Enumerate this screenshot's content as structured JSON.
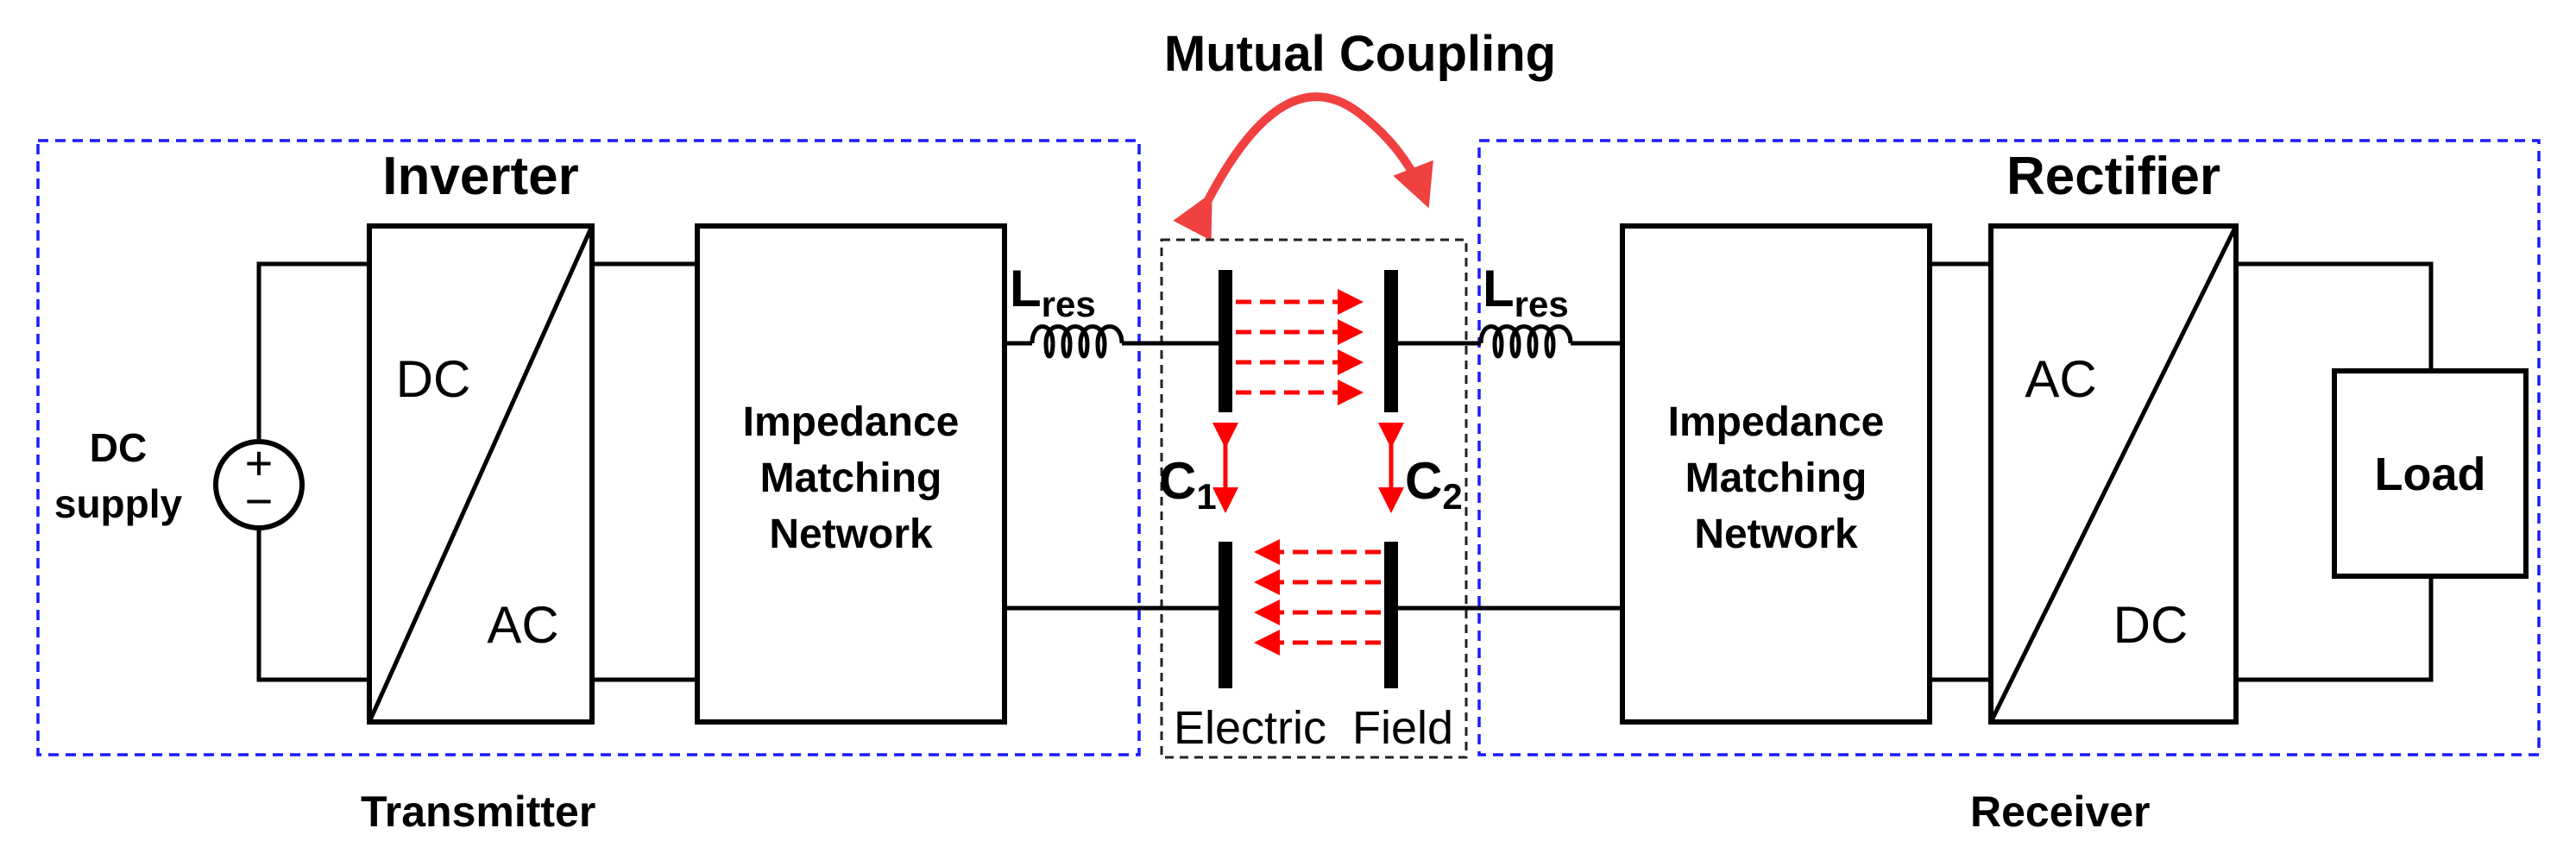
{
  "title": "Mutual Coupling",
  "transmitter": {
    "label": "Transmitter",
    "inverter_label": "Inverter",
    "inverter_in": "DC",
    "inverter_out": "AC",
    "source_label_line1": "DC",
    "source_label_line2": "supply",
    "source_symbol_plus": "+",
    "source_symbol_minus": "−",
    "matching_line1": "Impedance",
    "matching_line2": "Matching",
    "matching_line3": "Network",
    "inductor_main": "L",
    "inductor_sub": "res"
  },
  "coupler": {
    "c1_main": "C",
    "c1_sub": "1",
    "c2_main": "C",
    "c2_sub": "2",
    "field_label": "Electric  Field"
  },
  "receiver": {
    "label": "Receiver",
    "rectifier_label": "Rectifier",
    "rectifier_in": "AC",
    "rectifier_out": "DC",
    "matching_line1": "Impedance",
    "matching_line2": "Matching",
    "matching_line3": "Network",
    "inductor_main": "L",
    "inductor_sub": "res",
    "load_label": "Load"
  },
  "colors": {
    "boundary": "#1a1aff",
    "field": "#ff0000",
    "coupling_arrow": "#f04040"
  }
}
